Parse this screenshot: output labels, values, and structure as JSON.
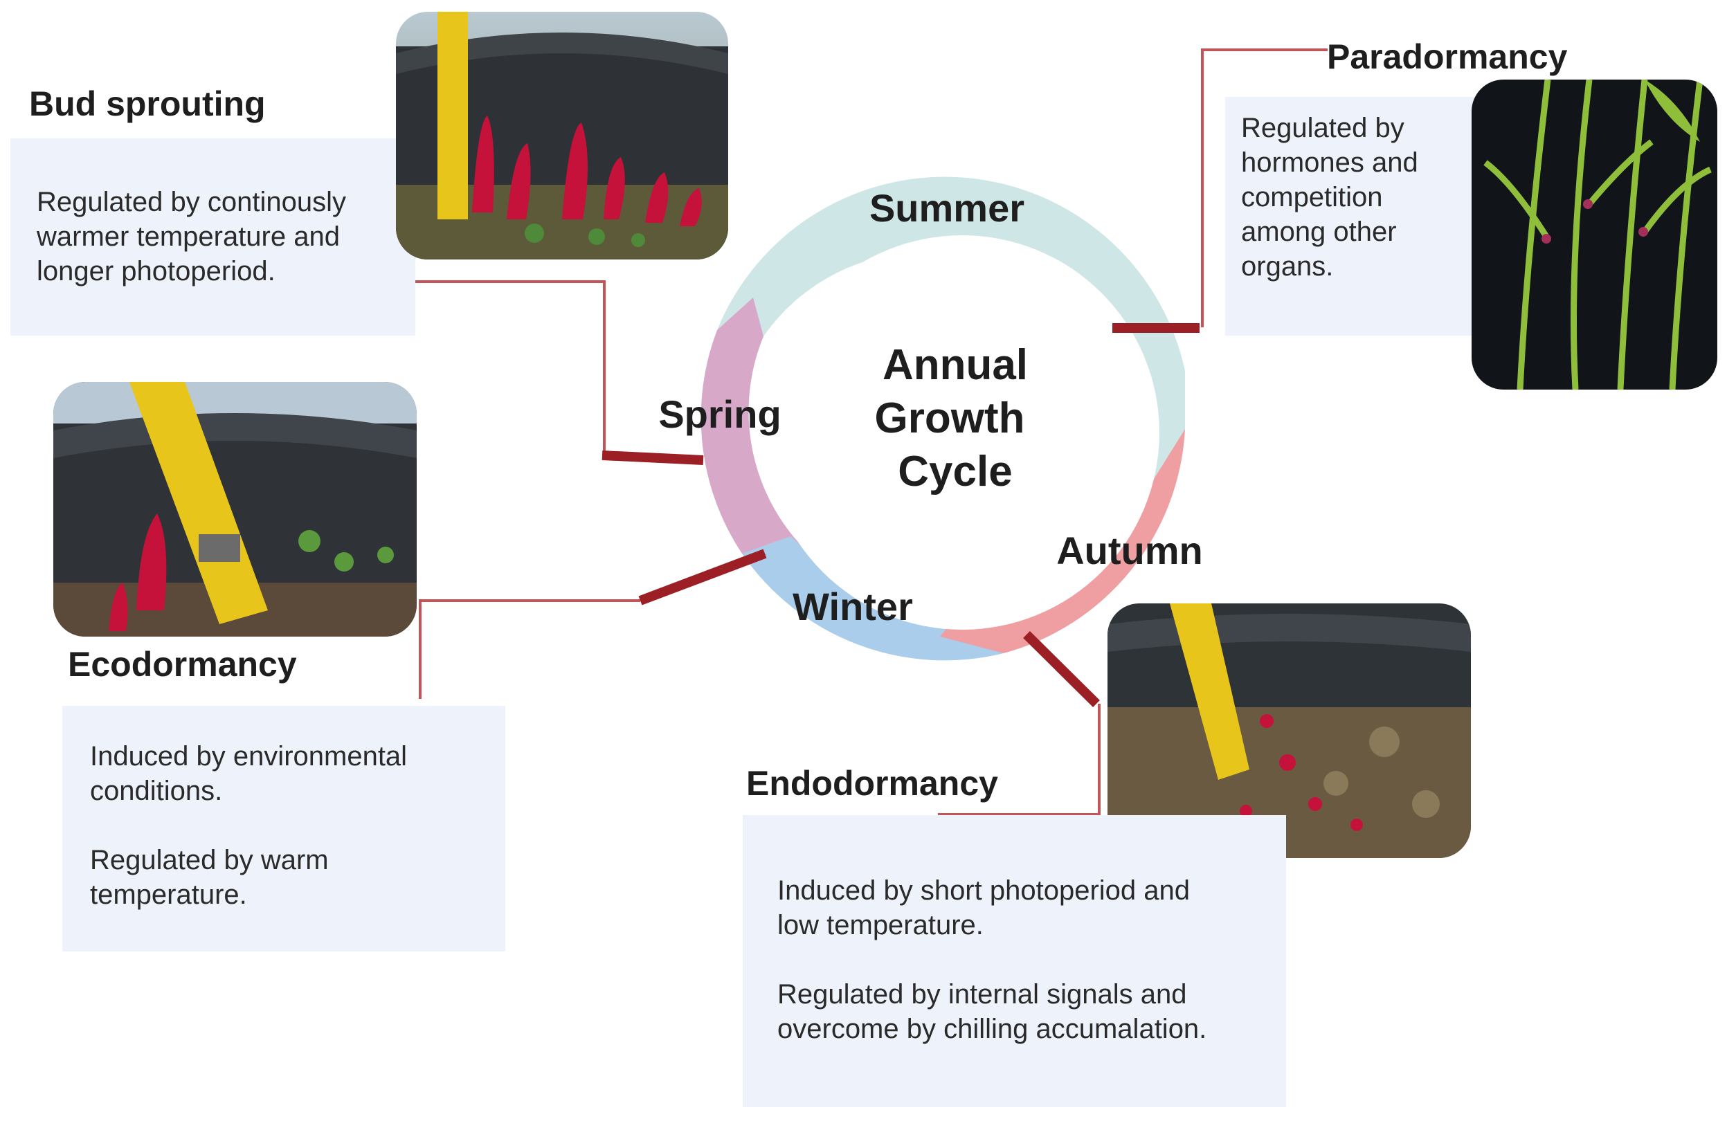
{
  "cycle": {
    "center_lines": [
      "Annual",
      "Growth",
      "Cycle"
    ],
    "seasons": {
      "summer": "Summer",
      "spring": "Spring",
      "autumn": "Autumn",
      "winter": "Winter"
    }
  },
  "stages": {
    "bud_sprouting": {
      "title": "Bud sprouting",
      "text": "Regulated by continously\nwarmer temperature and\nlonger photoperiod."
    },
    "paradormancy": {
      "title": "Paradormancy",
      "text": "Regulated by\nhormones and\ncompetition\namong other\norgans."
    },
    "ecodormancy": {
      "title": "Ecodormancy",
      "text": "Induced by environmental\nconditions.\n\nRegulated by warm\ntemperature."
    },
    "endodormancy": {
      "title": "Endodormancy",
      "text": "Induced by short photoperiod and\nlow temperature.\n\nRegulated by internal signals and\novercome by chilling accumalation."
    }
  },
  "colors": {
    "summer": "#cfe6e6",
    "spring": "#d8a8c8",
    "autumn": "#ef9fa2",
    "winter": "#a9cdea",
    "connector": "#c0555a",
    "marker": "#9b1f24",
    "box": "#eef3fb"
  }
}
